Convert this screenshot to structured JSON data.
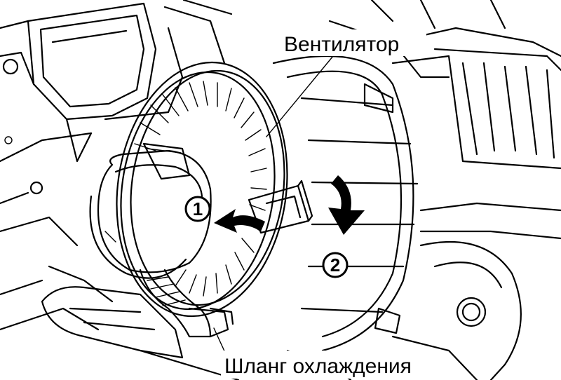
{
  "labels": {
    "fan": "Вентилятор",
    "hose": "Шланг охлаждения"
  },
  "steps": {
    "step1": "1",
    "step2": "2"
  }
}
